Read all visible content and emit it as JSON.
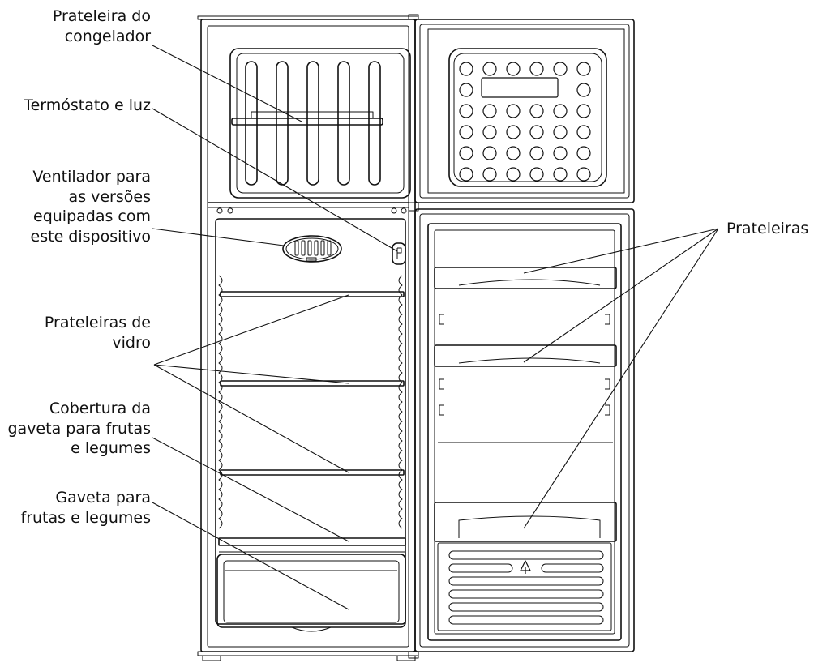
{
  "labels": {
    "freezer_shelf": [
      "Prateleira do",
      "congelador"
    ],
    "thermostat": [
      "Termóstato e luz"
    ],
    "fan": [
      "Ventilador para",
      "as versões",
      "equipadas com",
      "este dispositivo"
    ],
    "glass_shelves": [
      "Prateleiras de",
      "vidro"
    ],
    "crisper_cover": [
      "Cobertura da",
      "gaveta para frutas",
      "e legumes"
    ],
    "crisper_drawer": [
      "Gaveta para",
      "frutas e legumes"
    ],
    "door_shelves": [
      "Prateleiras"
    ]
  },
  "style": {
    "ink": "#111111",
    "background": "#ffffff"
  }
}
